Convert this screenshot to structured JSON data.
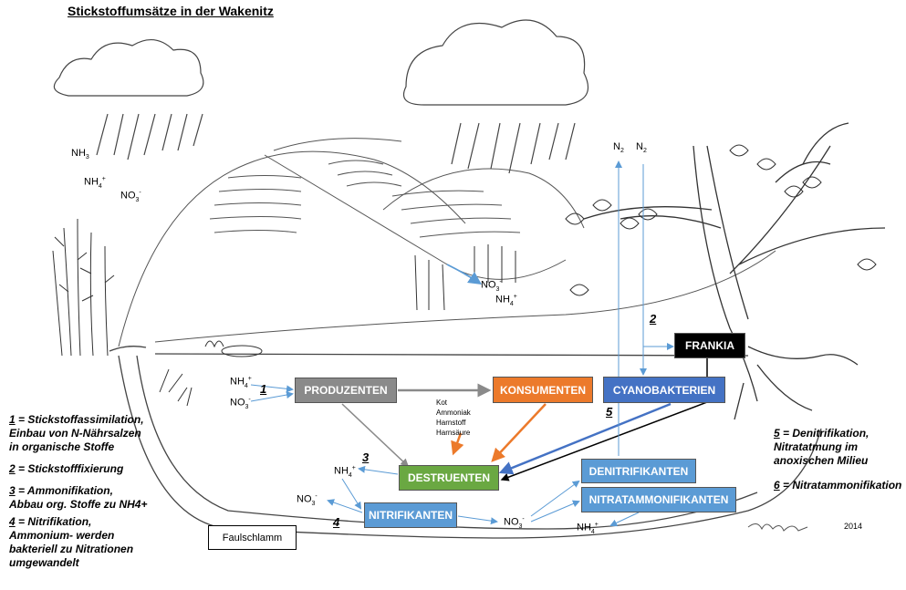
{
  "title": "Stickstoffumsätze in der Wakenitz",
  "colors": {
    "grey": "#8a8a8a",
    "orange": "#ec7a2b",
    "green": "#6aa842",
    "blue": "#4472c4",
    "lightblue": "#5b9bd5",
    "black": "#000000"
  },
  "boxes": {
    "produzenten": "PRODUZENTEN",
    "konsumenten": "KONSUMENTEN",
    "cyanobakterien": "CYANOBAKTERIEN",
    "frankia": "FRANKIA",
    "destruenten": "DESTRUENTEN",
    "nitrifikanten": "NITRIFIKANTEN",
    "denitrifikanten": "DENITRIFIKANTEN",
    "nitratammonifikanten": "NITRATAMMONIFIKANTEN",
    "faulschlamm": "Faulschlamm"
  },
  "chem": {
    "nh3": "NH",
    "nh3_sub": "3",
    "nh4": "NH",
    "nh4_sub": "4",
    "nh4_sup": "+",
    "no3": "NO",
    "no3_sub": "3",
    "no3_sup": "-",
    "n2": "N",
    "n2_sub": "2"
  },
  "excretion": [
    "Kot",
    "Ammoniak",
    "Harnstoff",
    "Harnsäure"
  ],
  "numbers": {
    "n1": "1",
    "n2": "2",
    "n3": "3",
    "n4": "4",
    "n5": "5"
  },
  "legend_left": [
    {
      "n": "1",
      "text": "= Stickstoffassimilation,",
      "more": [
        " Einbau von N-Nährsalzen",
        "in organische Stoffe"
      ]
    },
    {
      "n": "2",
      "text": "= Stickstofffixierung",
      "more": []
    },
    {
      "n": "3",
      "text": "= Ammonifikation,",
      "more": [
        "Abbau org. Stoffe zu NH4+"
      ]
    },
    {
      "n": "4",
      "text": "= Nitrifikation,",
      "more": [
        "Ammonium- werden",
        "bakteriell zu Nitrationen",
        "umgewandelt"
      ]
    }
  ],
  "legend_right": [
    {
      "n": "5",
      "text": "= Denitrifikation,",
      "more": [
        "Nitratatmung im",
        "anoxischen Milieu"
      ]
    },
    {
      "n": "6",
      "text": "= Nitratammonifikation",
      "more": []
    }
  ],
  "year": "2014"
}
